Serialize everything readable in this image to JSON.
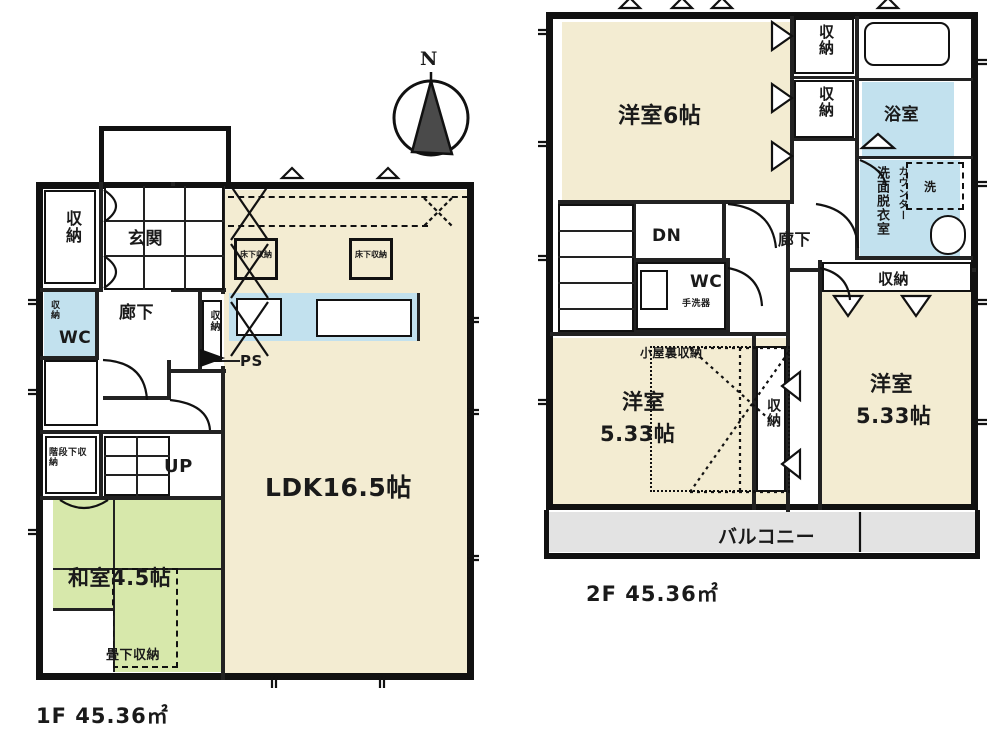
{
  "document": {
    "type": "floor-plan",
    "compass_label": "N"
  },
  "floor1": {
    "area_label": "1F 45.36㎡",
    "rooms": [
      {
        "id": "ldk",
        "label": "LDK16.5帖",
        "kind": "living-dining-kitchen"
      },
      {
        "id": "washitsu",
        "label": "和室4.5帖",
        "kind": "japanese-room"
      },
      {
        "id": "genkan",
        "label": "玄関",
        "kind": "entrance"
      },
      {
        "id": "rouka",
        "label": "廊下",
        "kind": "hallway"
      },
      {
        "id": "wc",
        "label": "WC",
        "kind": "toilet"
      }
    ],
    "storage": [
      {
        "id": "shuno-entry",
        "label": "収納"
      },
      {
        "id": "shuno-wc",
        "label": "収納"
      },
      {
        "id": "shuno-hall",
        "label": "収納"
      },
      {
        "id": "kaidanshita",
        "label": "階段下収納"
      },
      {
        "id": "tatamishita",
        "label": "畳下収納"
      },
      {
        "id": "yukashita-1",
        "label": "床下収納"
      },
      {
        "id": "yukashita-2",
        "label": "床下収納"
      }
    ],
    "annotations": [
      {
        "id": "ps",
        "label": "PS"
      },
      {
        "id": "up",
        "label": "UP"
      }
    ]
  },
  "floor2": {
    "area_label": "2F 45.36㎡",
    "rooms": [
      {
        "id": "yoshitsu6",
        "label": "洋室6帖",
        "kind": "western-room"
      },
      {
        "id": "yoshitsu-left",
        "label": "洋室",
        "sub": "5.33帖",
        "kind": "western-room"
      },
      {
        "id": "yoshitsu-right",
        "label": "洋室",
        "sub": "5.33帖",
        "kind": "western-room"
      },
      {
        "id": "yokushitsu",
        "label": "浴室",
        "kind": "bathroom"
      },
      {
        "id": "senmen",
        "label": "洗面脱衣室",
        "kind": "washroom"
      },
      {
        "id": "rouka2",
        "label": "廊下",
        "kind": "hallway"
      },
      {
        "id": "wc2",
        "label": "WC",
        "kind": "toilet"
      },
      {
        "id": "balcony",
        "label": "バルコニー",
        "kind": "balcony"
      }
    ],
    "storage": [
      {
        "id": "shuno-a",
        "label": "収納"
      },
      {
        "id": "shuno-b",
        "label": "収納"
      },
      {
        "id": "shuno-c",
        "label": "収納"
      },
      {
        "id": "shuno-d",
        "label": "収納"
      }
    ],
    "annotations": [
      {
        "id": "dn",
        "label": "DN"
      },
      {
        "id": "counter",
        "label": "カウンター"
      },
      {
        "id": "sen",
        "label": "洗"
      },
      {
        "id": "koyaura",
        "label": "小屋裏収納"
      },
      {
        "id": "wc2-note",
        "label": "手洗器"
      }
    ]
  },
  "colors": {
    "ldk_fill": "#f3ecd2",
    "tatami_fill": "#d7e8ab",
    "water_fill": "#c2e1ee",
    "balcony_fill": "#e3e3e3",
    "wall": "#111111",
    "background": "#ffffff"
  }
}
